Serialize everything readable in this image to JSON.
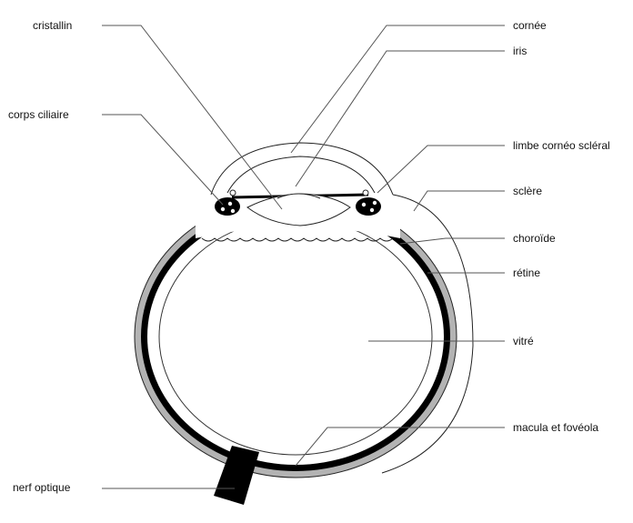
{
  "labels": {
    "cristallin": "cristallin",
    "corps_ciliaire": "corps ciliaire",
    "nerf_optique": "nerf optique",
    "cornee": "cornée",
    "iris": "iris",
    "limbe": "limbe cornéo scléral",
    "sclere": "sclère",
    "choroide": "choroïde",
    "retine": "rétine",
    "vitre": "vitré",
    "macula": "macula et fovéola"
  }
}
